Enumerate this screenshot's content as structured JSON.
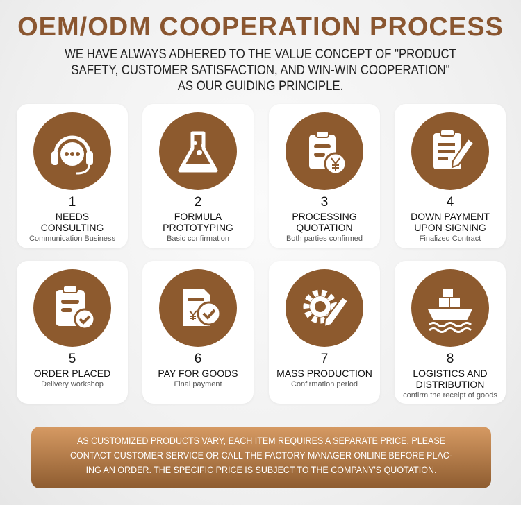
{
  "title": "OEM/ODM COOPERATION PROCESS",
  "subtitle": [
    "WE HAVE ALWAYS ADHERED TO THE VALUE CONCEPT OF \"PRODUCT",
    "SAFETY, CUSTOMER SATISFACTION, AND WIN-WIN COOPERATION\"",
    "AS OUR GUIDING PRINCIPLE."
  ],
  "steps": [
    {
      "num": "1",
      "label": [
        "NEEDS",
        "CONSULTING"
      ],
      "desc": "Communication Business",
      "icon": "headset-chat-icon"
    },
    {
      "num": "2",
      "label": [
        "FORMULA",
        "PROTOTYPING"
      ],
      "desc": "Basic confirmation",
      "icon": "flask-icon"
    },
    {
      "num": "3",
      "label": [
        "PROCESSING",
        "QUOTATION"
      ],
      "desc": "Both parties confirmed",
      "icon": "clipboard-yen-icon"
    },
    {
      "num": "4",
      "label": [
        "DOWN PAYMENT",
        "UPON SIGNING"
      ],
      "desc": "Finalized Contract",
      "icon": "contract-pen-icon"
    },
    {
      "num": "5",
      "label": [
        "ORDER PLACED"
      ],
      "desc": "Delivery workshop",
      "icon": "clipboard-check-icon"
    },
    {
      "num": "6",
      "label": [
        "PAY FOR GOODS"
      ],
      "desc": "Final payment",
      "icon": "invoice-check-icon"
    },
    {
      "num": "7",
      "label": [
        "MASS PRODUCTION"
      ],
      "desc": "Confirmation period",
      "icon": "gear-pen-icon"
    },
    {
      "num": "8",
      "label": [
        "LOGISTICS AND",
        "DISTRIBUTION"
      ],
      "desc": "confirm the receipt of goods",
      "icon": "cargo-ship-icon"
    }
  ],
  "note": [
    "AS CUSTOMIZED PRODUCTS VARY, EACH ITEM REQUIRES A SEPARATE PRICE. PLEASE",
    "CONTACT CUSTOMER SERVICE OR CALL THE FACTORY MANAGER ONLINE BEFORE PLAC-",
    "ING AN ORDER. THE SPECIFIC PRICE IS SUBJECT TO THE COMPANY'S QUOTATION."
  ],
  "colors": {
    "brand": "#8d5a2e",
    "title": "#8a5630"
  }
}
